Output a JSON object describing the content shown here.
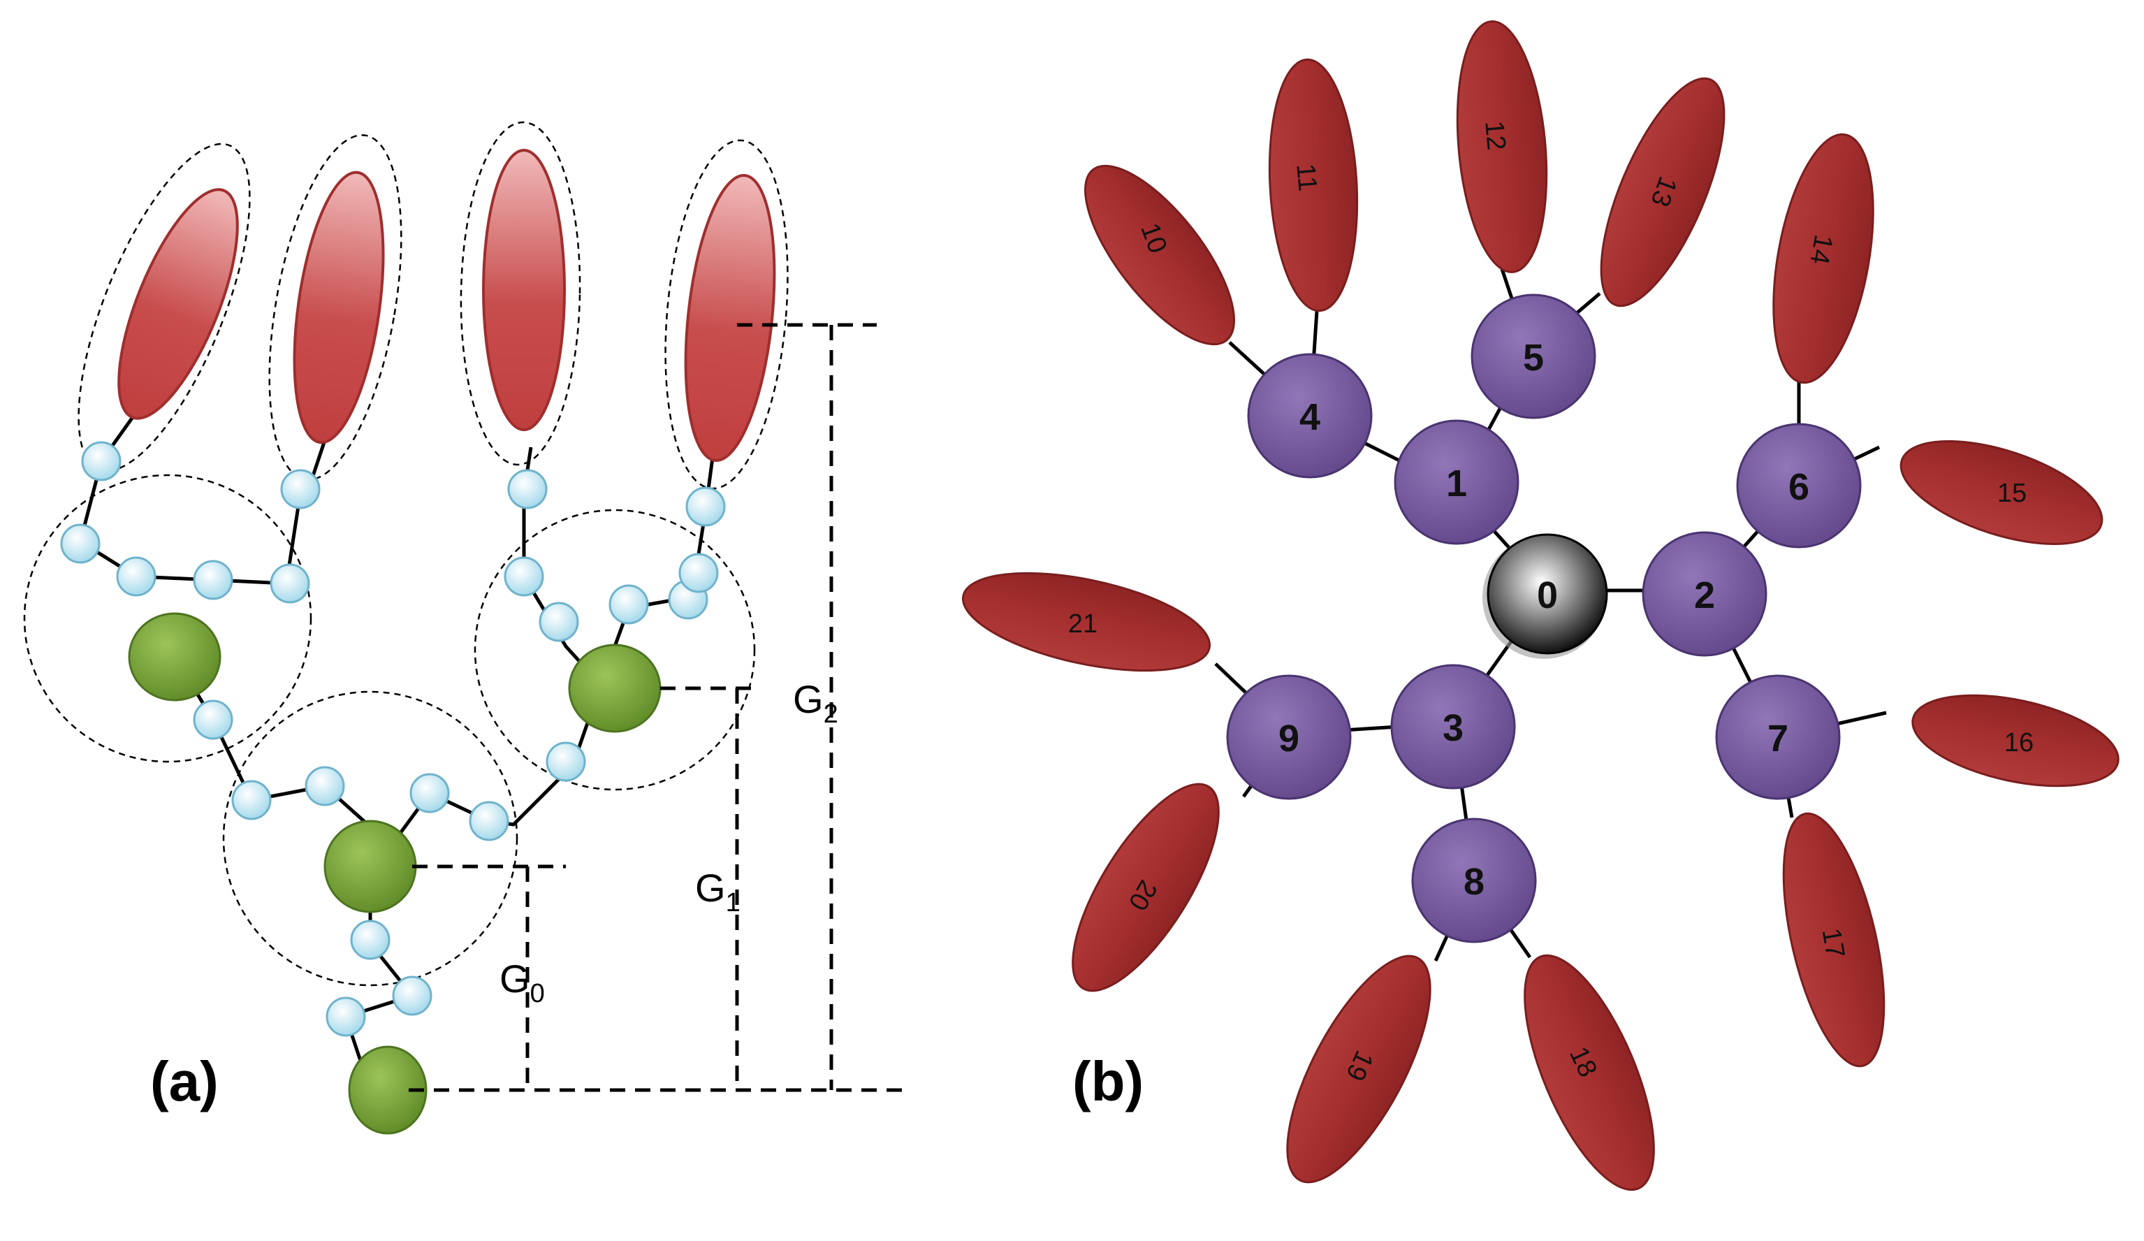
{
  "panel_a": {
    "label": "(a)",
    "generation_labels": [
      {
        "main": "G",
        "sub": "0"
      },
      {
        "main": "G",
        "sub": "1"
      },
      {
        "main": "G",
        "sub": "2"
      }
    ]
  },
  "panel_b": {
    "label": "(b)",
    "core_label": "0",
    "branch_labels": [
      "1",
      "2",
      "3",
      "4",
      "5",
      "6",
      "7",
      "8",
      "9"
    ],
    "tail_labels": [
      "10",
      "11",
      "12",
      "13",
      "14",
      "15",
      "16",
      "17",
      "18",
      "19",
      "20",
      "21"
    ]
  },
  "colors": {
    "tail": "#b03a3a",
    "tail_light": "#e8a9a9",
    "branch_node": "#7a5a9e",
    "green_node": "#6e9a2e",
    "spacer_bead": "#bfe6f2",
    "core": "#333333"
  }
}
